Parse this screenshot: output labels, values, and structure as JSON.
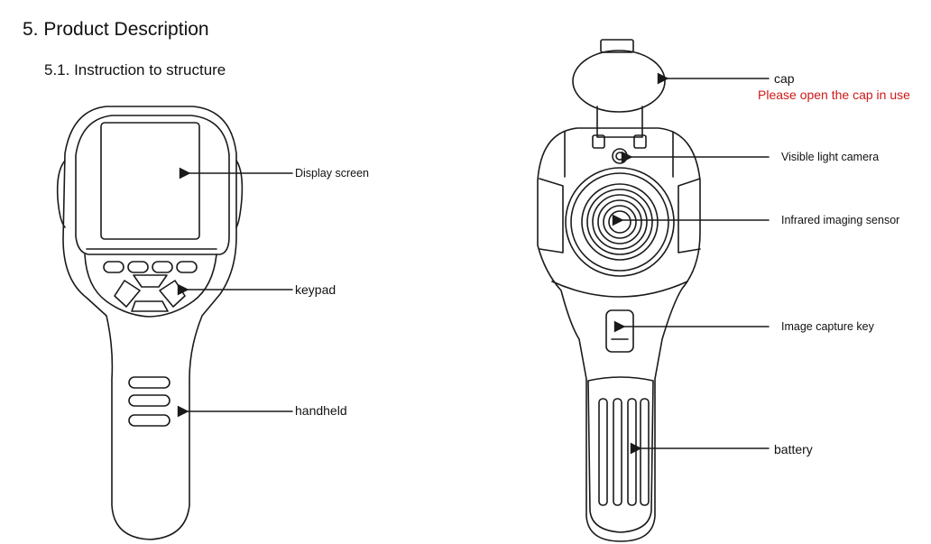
{
  "section_title": "5. Product Description",
  "subsection_title": "5.1. Instruction to structure",
  "front_labels": {
    "display_screen": "Display screen",
    "keypad": "keypad",
    "handheld": "handheld"
  },
  "back_labels": {
    "cap": "cap",
    "cap_note": "Please open the cap in use",
    "visible_light_camera": "Visible light camera",
    "infrared_sensor": "Infrared imaging sensor",
    "image_capture_key": "Image capture key",
    "battery": "battery"
  },
  "colors": {
    "note": "#d01818",
    "line": "#1a1a1a"
  }
}
